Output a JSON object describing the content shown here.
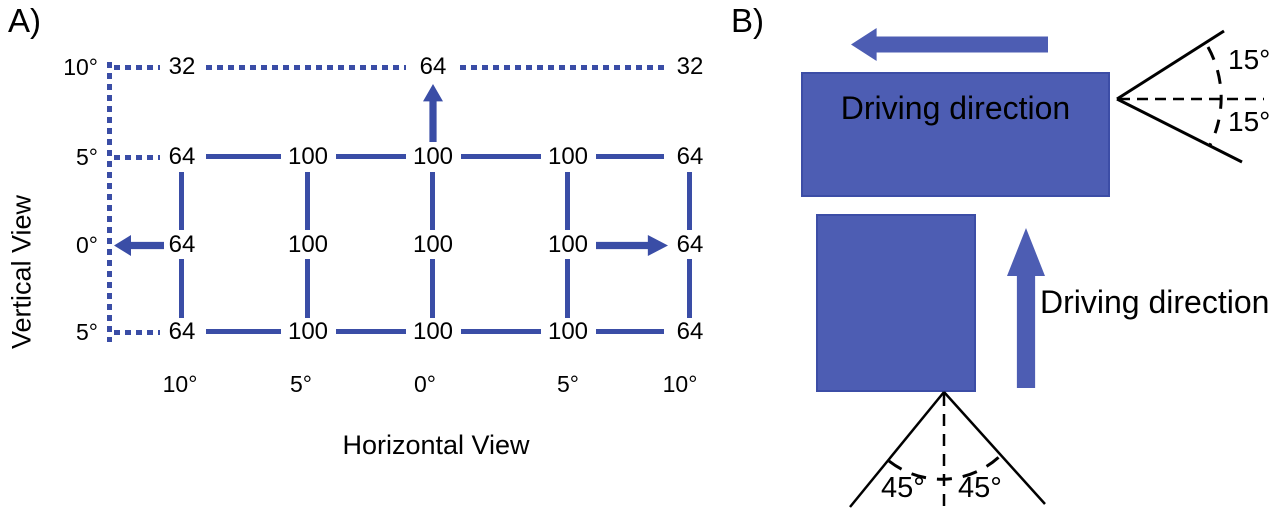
{
  "panel_a": {
    "label": "A)",
    "y_axis_title": "Vertical View",
    "x_axis_title": "Horizontal View",
    "y_ticks": [
      "10°",
      "5°",
      "0°",
      "5°"
    ],
    "x_ticks": [
      "10°",
      "5°",
      "0°",
      "5°",
      "10°"
    ],
    "row_10": [
      "32",
      "64",
      "32"
    ],
    "row_5_top": [
      "64",
      "100",
      "100",
      "100",
      "64"
    ],
    "row_0": [
      "64",
      "100",
      "100",
      "100",
      "64"
    ],
    "row_5_bottom": [
      "64",
      "100",
      "100",
      "100",
      "64"
    ]
  },
  "panel_b": {
    "label": "B)",
    "top_vehicle_label": "Driving direction",
    "bottom_vehicle_label": "Driving direction",
    "top_fov_angles": [
      "15°",
      "15°"
    ],
    "bottom_fov_angles": [
      "45°",
      "45°"
    ]
  },
  "colors": {
    "line_blue": "#3a4da6",
    "shape_blue": "#4d5db3",
    "black": "#000000"
  },
  "chart_data": {
    "type": "heatmap",
    "title": "",
    "xlabel": "Horizontal View",
    "ylabel": "Vertical View",
    "x_categories": [
      "10°",
      "5°",
      "0°",
      "5°",
      "10°"
    ],
    "y_categories": [
      "10°",
      "5°",
      "0°",
      "5°"
    ],
    "values": [
      [
        32,
        null,
        64,
        null,
        32
      ],
      [
        64,
        100,
        100,
        100,
        64
      ],
      [
        64,
        100,
        100,
        100,
        64
      ],
      [
        64,
        100,
        100,
        100,
        64
      ]
    ],
    "legend": "off",
    "grid": "partial - nodes connected by solid lines, outer boundary dotted"
  }
}
